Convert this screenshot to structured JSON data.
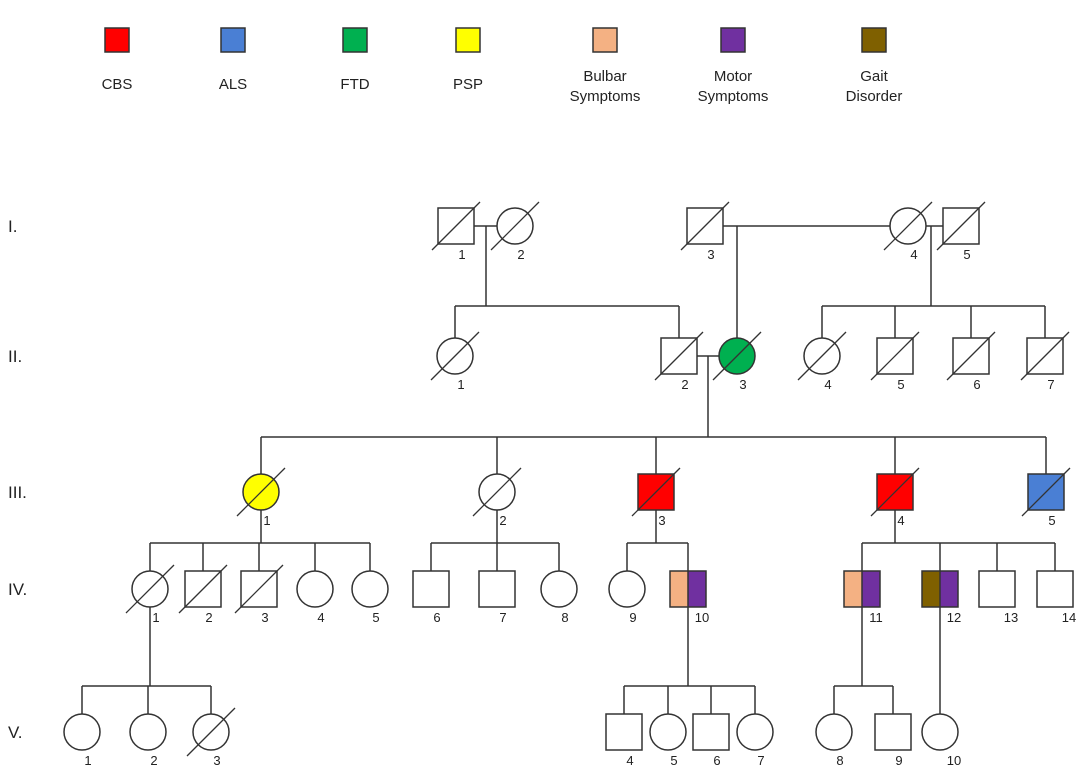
{
  "legend": [
    {
      "label": [
        "CBS"
      ],
      "color": "#ff0000"
    },
    {
      "label": [
        "ALS"
      ],
      "color": "#4a7fd4"
    },
    {
      "label": [
        "FTD"
      ],
      "color": "#00b050"
    },
    {
      "label": [
        "PSP"
      ],
      "color": "#ffff00"
    },
    {
      "label": [
        "Bulbar",
        "Symptoms"
      ],
      "color": "#f4b183"
    },
    {
      "label": [
        "Motor",
        "Symptoms"
      ],
      "color": "#7030a0"
    },
    {
      "label": [
        "Gait",
        "Disorder"
      ],
      "color": "#7f6000"
    }
  ],
  "generations": [
    "I.",
    "II.",
    "III.",
    "IV.",
    "V."
  ],
  "individuals": [
    {
      "id": "I-1",
      "num": "1",
      "sex": "male",
      "deceased": true,
      "fill": []
    },
    {
      "id": "I-2",
      "num": "2",
      "sex": "female",
      "deceased": true,
      "fill": []
    },
    {
      "id": "I-3",
      "num": "3",
      "sex": "male",
      "deceased": true,
      "fill": []
    },
    {
      "id": "I-4",
      "num": "4",
      "sex": "female",
      "deceased": true,
      "fill": []
    },
    {
      "id": "I-5",
      "num": "5",
      "sex": "male",
      "deceased": true,
      "fill": []
    },
    {
      "id": "II-1",
      "num": "1",
      "sex": "female",
      "deceased": true,
      "fill": []
    },
    {
      "id": "II-2",
      "num": "2",
      "sex": "male",
      "deceased": true,
      "fill": []
    },
    {
      "id": "II-3",
      "num": "3",
      "sex": "female",
      "deceased": true,
      "fill": [
        "#00b050"
      ]
    },
    {
      "id": "II-4",
      "num": "4",
      "sex": "female",
      "deceased": true,
      "fill": []
    },
    {
      "id": "II-5",
      "num": "5",
      "sex": "male",
      "deceased": true,
      "fill": []
    },
    {
      "id": "II-6",
      "num": "6",
      "sex": "male",
      "deceased": true,
      "fill": []
    },
    {
      "id": "II-7",
      "num": "7",
      "sex": "male",
      "deceased": true,
      "fill": []
    },
    {
      "id": "III-1",
      "num": "1",
      "sex": "female",
      "deceased": true,
      "fill": [
        "#ffff00"
      ]
    },
    {
      "id": "III-2",
      "num": "2",
      "sex": "female",
      "deceased": true,
      "fill": []
    },
    {
      "id": "III-3",
      "num": "3",
      "sex": "male",
      "deceased": true,
      "fill": [
        "#ff0000"
      ]
    },
    {
      "id": "III-4",
      "num": "4",
      "sex": "male",
      "deceased": true,
      "fill": [
        "#ff0000"
      ]
    },
    {
      "id": "III-5",
      "num": "5",
      "sex": "male",
      "deceased": true,
      "fill": [
        "#4a7fd4"
      ]
    },
    {
      "id": "IV-1",
      "num": "1",
      "sex": "female",
      "deceased": true,
      "fill": []
    },
    {
      "id": "IV-2",
      "num": "2",
      "sex": "male",
      "deceased": true,
      "fill": []
    },
    {
      "id": "IV-3",
      "num": "3",
      "sex": "male",
      "deceased": true,
      "fill": []
    },
    {
      "id": "IV-4",
      "num": "4",
      "sex": "female",
      "deceased": false,
      "fill": []
    },
    {
      "id": "IV-5",
      "num": "5",
      "sex": "female",
      "deceased": false,
      "fill": []
    },
    {
      "id": "IV-6",
      "num": "6",
      "sex": "male",
      "deceased": false,
      "fill": []
    },
    {
      "id": "IV-7",
      "num": "7",
      "sex": "male",
      "deceased": false,
      "fill": []
    },
    {
      "id": "IV-8",
      "num": "8",
      "sex": "female",
      "deceased": false,
      "fill": []
    },
    {
      "id": "IV-9",
      "num": "9",
      "sex": "female",
      "deceased": false,
      "fill": []
    },
    {
      "id": "IV-10",
      "num": "10",
      "sex": "male",
      "deceased": false,
      "fill": [
        "#f4b183",
        "#7030a0"
      ]
    },
    {
      "id": "IV-11",
      "num": "11",
      "sex": "male",
      "deceased": false,
      "fill": [
        "#f4b183",
        "#7030a0"
      ]
    },
    {
      "id": "IV-12",
      "num": "12",
      "sex": "male",
      "deceased": false,
      "fill": [
        "#7f6000",
        "#7030a0"
      ]
    },
    {
      "id": "IV-13",
      "num": "13",
      "sex": "male",
      "deceased": false,
      "fill": []
    },
    {
      "id": "IV-14",
      "num": "14",
      "sex": "male",
      "deceased": false,
      "fill": []
    },
    {
      "id": "V-1",
      "num": "1",
      "sex": "female",
      "deceased": false,
      "fill": []
    },
    {
      "id": "V-2",
      "num": "2",
      "sex": "female",
      "deceased": false,
      "fill": []
    },
    {
      "id": "V-3",
      "num": "3",
      "sex": "female",
      "deceased": true,
      "fill": []
    },
    {
      "id": "V-4",
      "num": "4",
      "sex": "male",
      "deceased": false,
      "fill": []
    },
    {
      "id": "V-5",
      "num": "5",
      "sex": "female",
      "deceased": false,
      "fill": []
    },
    {
      "id": "V-6",
      "num": "6",
      "sex": "male",
      "deceased": false,
      "fill": []
    },
    {
      "id": "V-7",
      "num": "7",
      "sex": "female",
      "deceased": false,
      "fill": []
    },
    {
      "id": "V-8",
      "num": "8",
      "sex": "female",
      "deceased": false,
      "fill": []
    },
    {
      "id": "V-9",
      "num": "9",
      "sex": "male",
      "deceased": false,
      "fill": []
    },
    {
      "id": "V-10",
      "num": "10",
      "sex": "female",
      "deceased": false,
      "fill": []
    }
  ],
  "couples": [
    {
      "a": "I-1",
      "b": "I-2",
      "children": [
        "II-1",
        "II-2"
      ]
    },
    {
      "a": "I-3",
      "b": "I-4",
      "children": [
        "II-3"
      ]
    },
    {
      "a": "I-4",
      "b": "I-5",
      "children": [
        "II-4",
        "II-5",
        "II-6",
        "II-7"
      ]
    },
    {
      "a": "II-2",
      "b": "II-3",
      "children": [
        "III-1",
        "III-2",
        "III-3",
        "III-4",
        "III-5"
      ]
    }
  ],
  "single_parents": [
    {
      "parent": "III-1",
      "children": [
        "IV-1",
        "IV-2",
        "IV-3",
        "IV-4",
        "IV-5"
      ]
    },
    {
      "parent": "III-2",
      "children": [
        "IV-6",
        "IV-7",
        "IV-8"
      ]
    },
    {
      "parent": "III-3",
      "children": [
        "IV-9",
        "IV-10"
      ]
    },
    {
      "parent": "III-4",
      "children": [
        "IV-11",
        "IV-12",
        "IV-13",
        "IV-14"
      ]
    },
    {
      "parent": "IV-1",
      "children": [
        "V-1",
        "V-2",
        "V-3"
      ]
    },
    {
      "parent": "IV-10",
      "children": [
        "V-4",
        "V-5",
        "V-6",
        "V-7"
      ]
    },
    {
      "parent": "IV-11",
      "children": [
        "V-8",
        "V-9"
      ]
    },
    {
      "parent": "IV-12",
      "children": [
        "V-10"
      ]
    }
  ]
}
